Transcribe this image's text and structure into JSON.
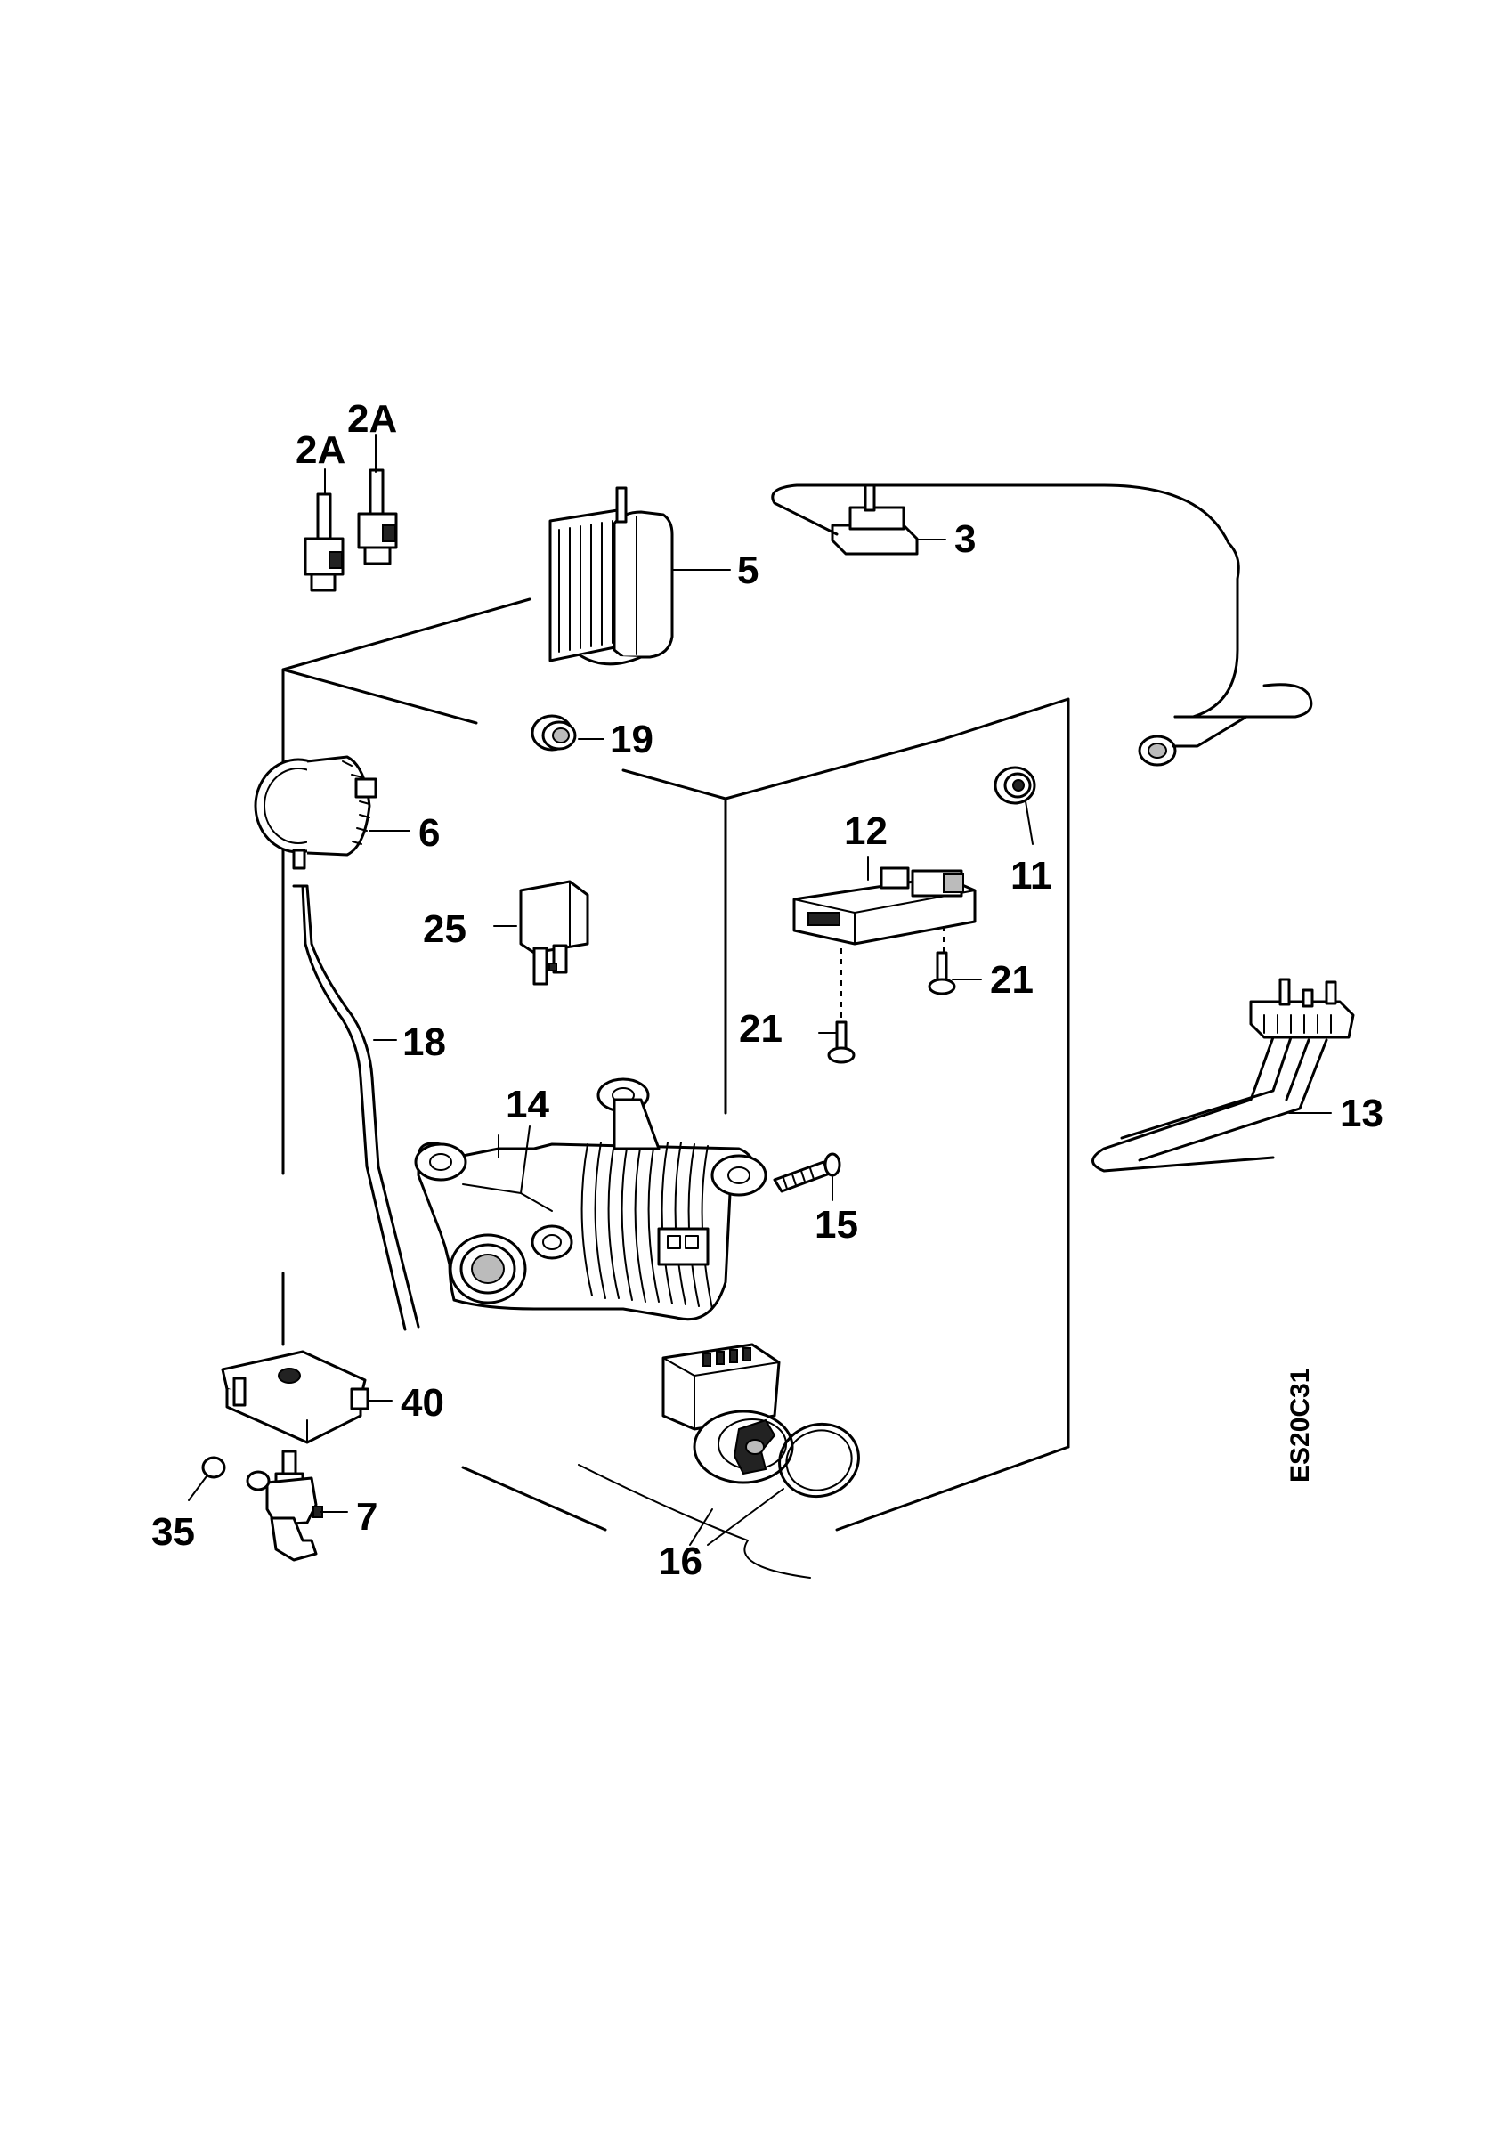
{
  "diagram": {
    "drawing_code": "ES20C31",
    "labels": {
      "2A_left": "2A",
      "2A_right": "2A",
      "3": "3",
      "5": "5",
      "6": "6",
      "7": "7",
      "11": "11",
      "12": "12",
      "13": "13",
      "14": "14",
      "15": "15",
      "16": "16",
      "18": "18",
      "19": "19",
      "21_right": "21",
      "21_left": "21",
      "25": "25",
      "35": "35",
      "40": "40"
    }
  }
}
